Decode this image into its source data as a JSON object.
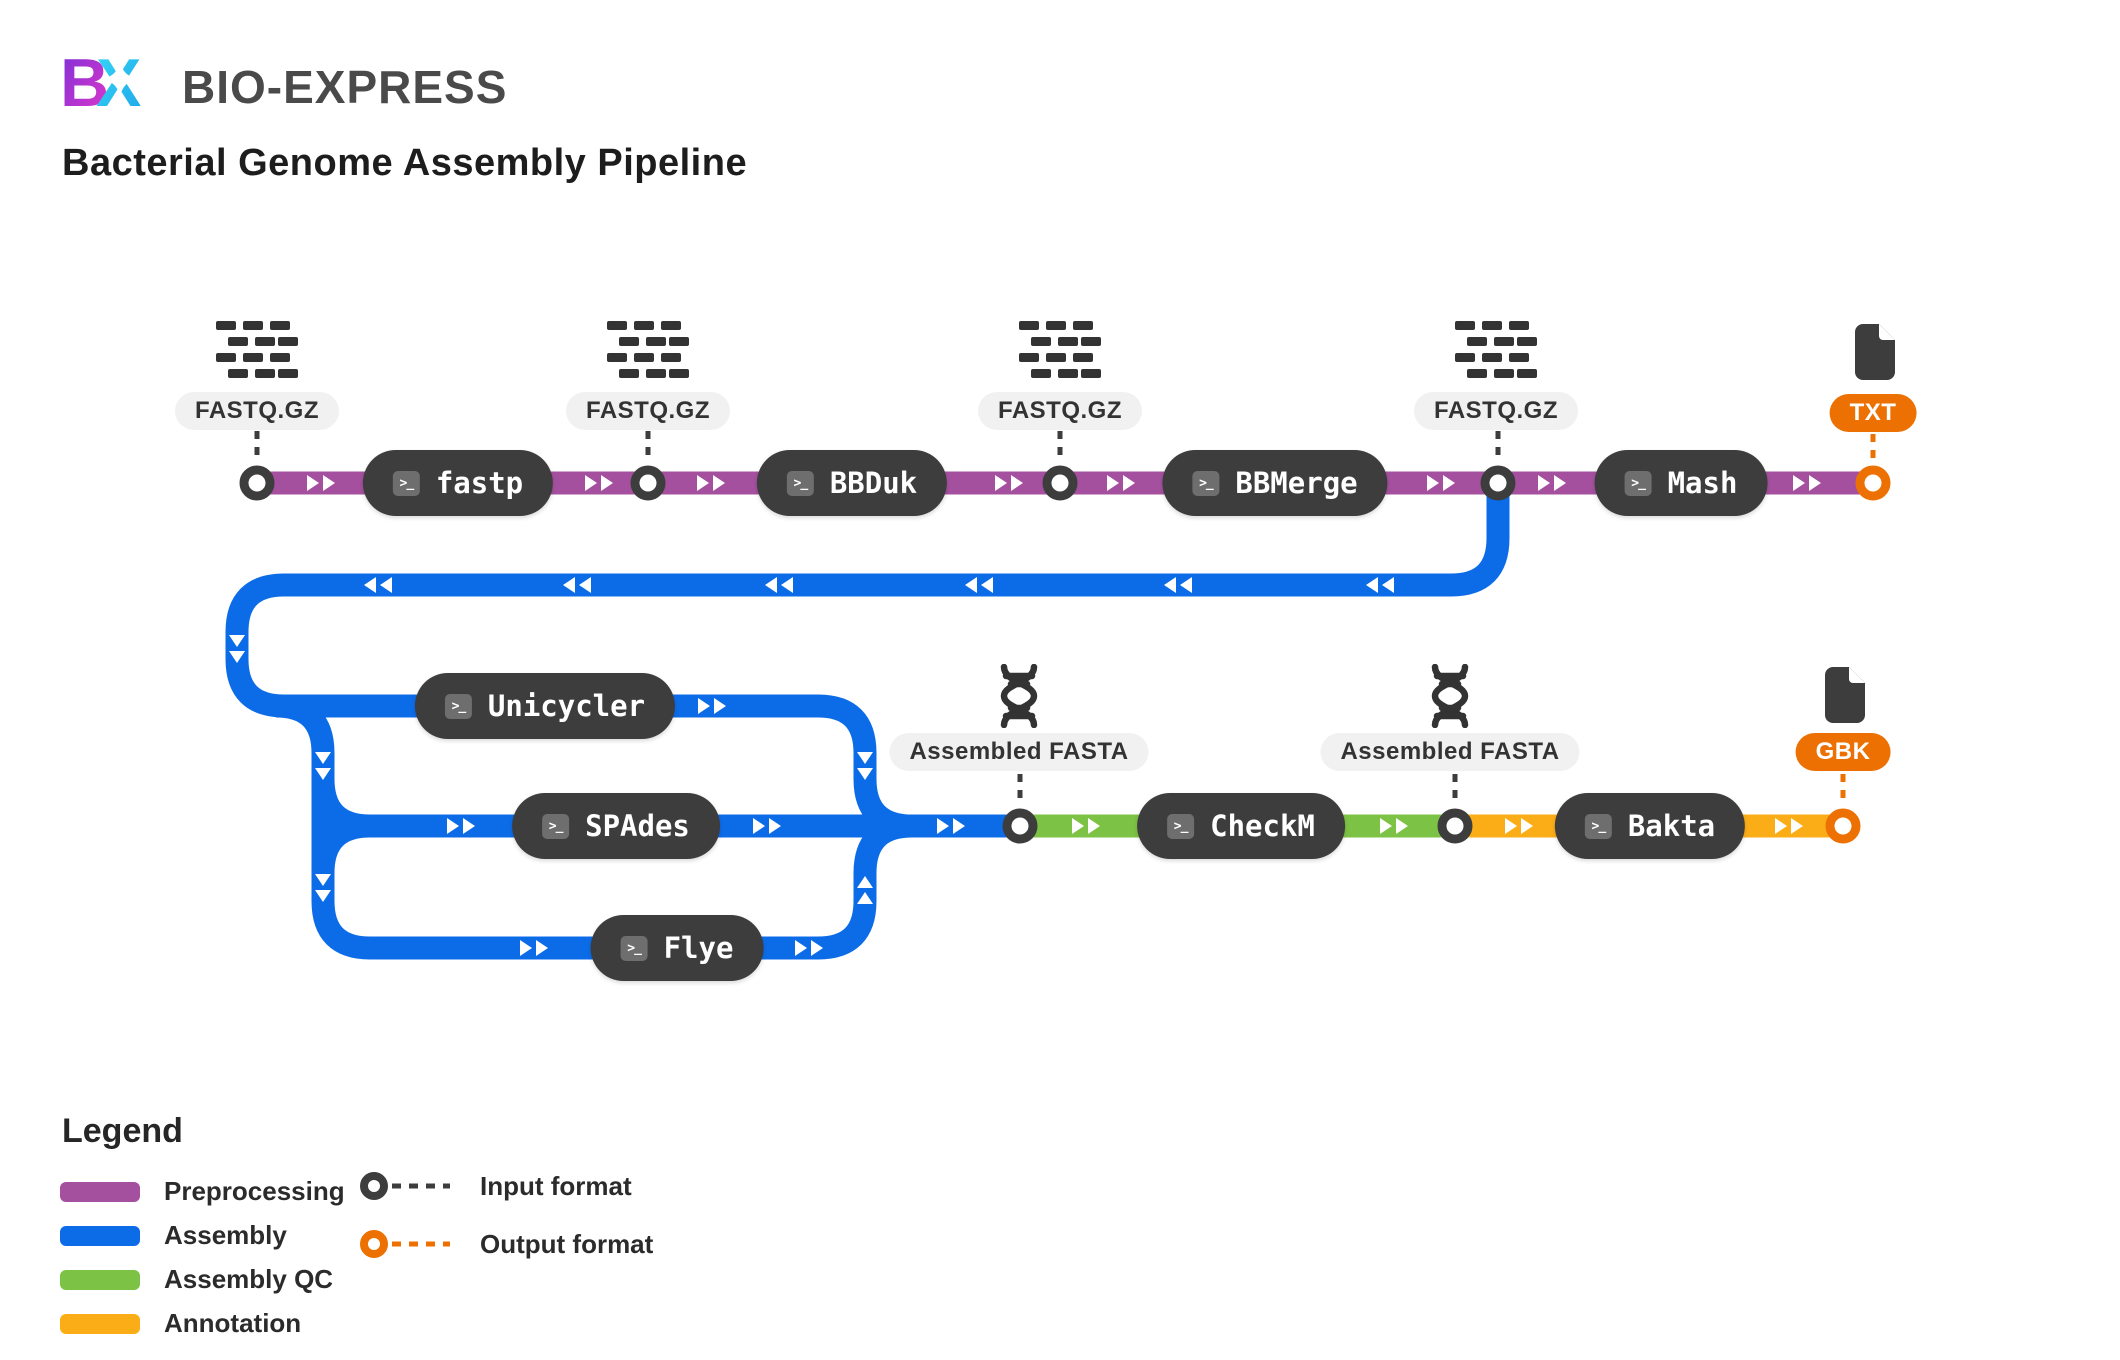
{
  "brand": {
    "logo_letter_b": "B",
    "logo_letter_x": "X",
    "name": "BIO-EXPRESS"
  },
  "title": "Bacterial Genome Assembly Pipeline",
  "colors": {
    "preprocessing": "#A4509E",
    "assembly": "#0C6CE8",
    "assembly_qc": "#7CC244",
    "annotation": "#FBAD18",
    "output_marker": "#ED7102",
    "input_marker": "#3D3D3D",
    "node_background": "#3D3D3D"
  },
  "nodes": [
    {
      "label": "fastp",
      "stage": "preprocessing"
    },
    {
      "label": "BBDuk",
      "stage": "preprocessing"
    },
    {
      "label": "BBMerge",
      "stage": "preprocessing"
    },
    {
      "label": "Mash",
      "stage": "preprocessing"
    },
    {
      "label": "Unicycler",
      "stage": "assembly"
    },
    {
      "label": "SPAdes",
      "stage": "assembly"
    },
    {
      "label": "Flye",
      "stage": "assembly"
    },
    {
      "label": "CheckM",
      "stage": "assembly_qc"
    },
    {
      "label": "Bakta",
      "stage": "annotation"
    }
  ],
  "file_labels": {
    "fastq": [
      "FASTQ.GZ",
      "FASTQ.GZ",
      "FASTQ.GZ",
      "FASTQ.GZ"
    ],
    "assembled_fasta": [
      "Assembled FASTA",
      "Assembled FASTA"
    ],
    "txt": "TXT",
    "gbk": "GBK"
  },
  "legend": {
    "heading": "Legend",
    "items": [
      {
        "label": "Preprocessing",
        "color": "#A4509E"
      },
      {
        "label": "Assembly",
        "color": "#0C6CE8"
      },
      {
        "label": "Assembly QC",
        "color": "#7CC244"
      },
      {
        "label": "Annotation",
        "color": "#FBAD18"
      }
    ],
    "markers": [
      {
        "label": "Input format",
        "color": "#3D3D3D"
      },
      {
        "label": "Output format",
        "color": "#ED7102"
      }
    ]
  },
  "icons": {
    "terminal_glyph": ">_"
  }
}
